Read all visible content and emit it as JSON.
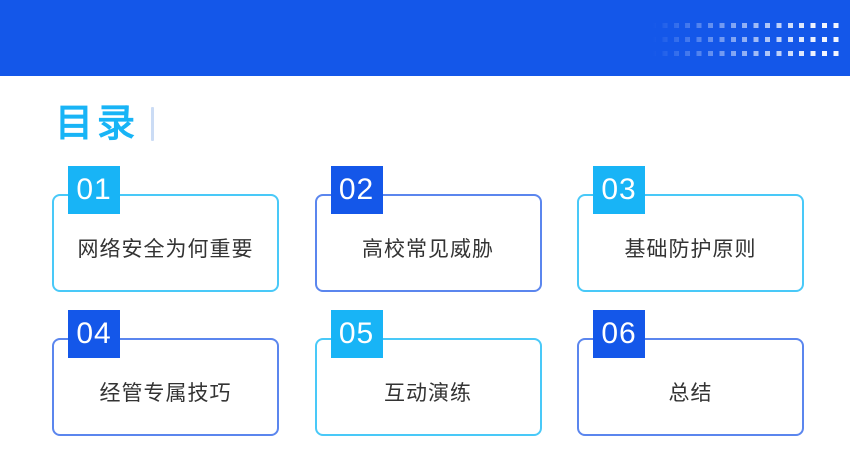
{
  "title": {
    "text": "目录"
  },
  "toc": {
    "items": [
      {
        "number": "01",
        "label": "网络安全为何重要",
        "accent": "cyan"
      },
      {
        "number": "02",
        "label": "高校常见威胁",
        "accent": "blue"
      },
      {
        "number": "03",
        "label": "基础防护原则",
        "accent": "cyan"
      },
      {
        "number": "04",
        "label": "经管专属技巧",
        "accent": "blue"
      },
      {
        "number": "05",
        "label": "互动演练",
        "accent": "cyan"
      },
      {
        "number": "06",
        "label": "总结",
        "accent": "blue"
      }
    ]
  },
  "colors": {
    "banner_blue": "#1457E9",
    "accent_cyan": "#18B4F6",
    "accent_blue": "#1457E9",
    "card_border_cyan": "#49C9F8",
    "card_border_blue": "#5B86EE",
    "title_color": "#18B4F6",
    "divider": "#CBDCF5",
    "text": "#333333",
    "background": "#FFFFFF"
  }
}
